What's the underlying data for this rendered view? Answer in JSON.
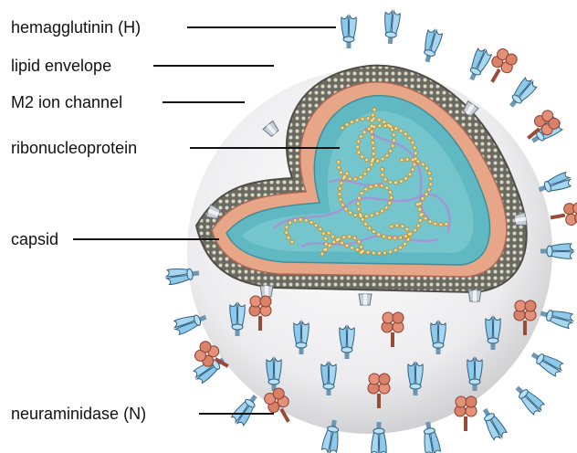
{
  "labels": {
    "hemagglutinin": "hemagglutinin (H)",
    "lipid_envelope": "lipid envelope",
    "m2_ion_channel": "M2 ion channel",
    "ribonucleoprotein": "ribonucleoprotein",
    "capsid": "capsid",
    "neuraminidase": "neuraminidase (N)"
  },
  "colors": {
    "virion_body": "#e9e9ea",
    "envelope_outer": "#6b6a62",
    "envelope_beads": "#d9d6c2",
    "capsid_layer": "#e8a689",
    "core_fill": "#5fb8c2",
    "core_inner": "#7fcad1",
    "rnp_beads": "#e7c46c",
    "rnp_background_strands": "#a890d8",
    "hemagglutinin_spike": "#8fc9ea",
    "neuraminidase_cluster": "#d9826a",
    "m2_channel": "#c8cfd6",
    "leader_line": "#111111"
  },
  "icons": {
    "hemagglutinin": "hemagglutinin-spike-icon",
    "neuraminidase": "neuraminidase-cluster-icon",
    "m2": "m2-channel-icon"
  }
}
